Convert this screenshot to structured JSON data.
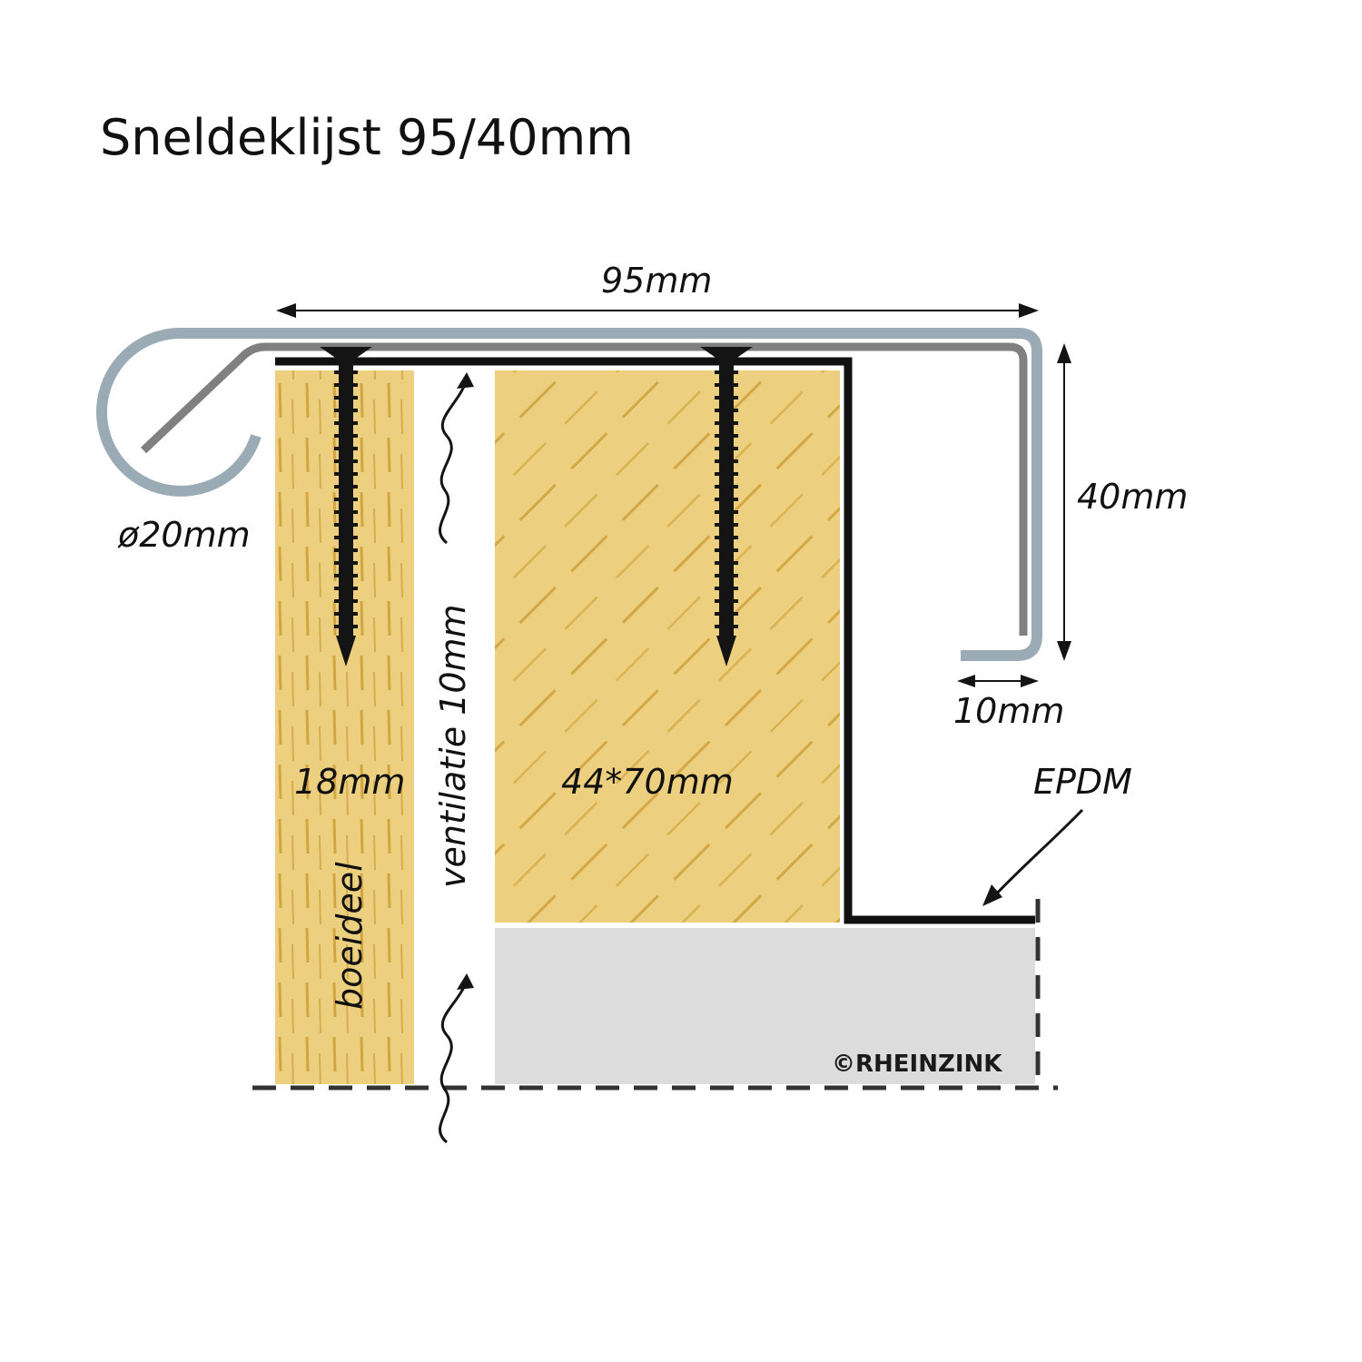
{
  "title": "Sneldeklijst 95/40mm",
  "labels": {
    "width": "95mm",
    "height": "40mm",
    "diameter": "ø20mm",
    "flange": "10mm",
    "membrane": "EPDM",
    "ventilation": "ventilatie 10mm",
    "fascia_thickness": "18mm",
    "fascia": "boeideel",
    "beam": "44*70mm",
    "copyright": "©RHEINZINK"
  },
  "colors": {
    "wood": "#ecd07f",
    "wood_grain": "#c9962a",
    "profile_outer": "#9aabb5",
    "profile_inner": "#808080",
    "membrane": "#111111",
    "concrete": "#dcdcdc",
    "screw": "#141414"
  }
}
